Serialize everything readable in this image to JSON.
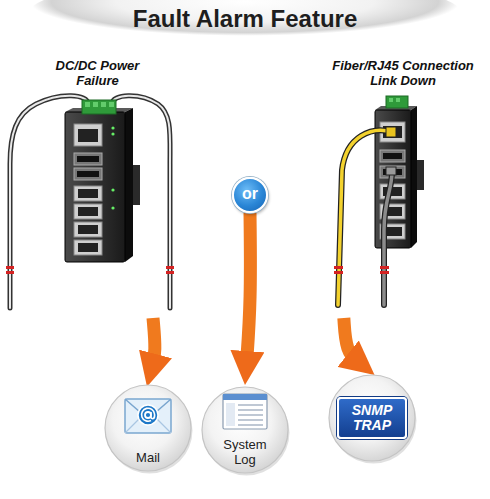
{
  "diagram": {
    "title": "Fault Alarm Feature",
    "nodes": [
      {
        "text": [
          "DC/DC Power Failure"
        ]
      },
      {
        "text": [
          "or"
        ]
      },
      {
        "text": [
          "Fiber/RJ45 Connection Link Down"
        ]
      },
      {
        "text": [
          "Mail"
        ]
      },
      {
        "text": [
          "System Log"
        ]
      },
      {
        "text": [
          "SNMP TRAP"
        ]
      }
    ],
    "edges": [
      {
        "from": 0,
        "to": 3,
        "arrow": "to"
      },
      {
        "from": 1,
        "to": 4,
        "arrow": "to"
      },
      {
        "from": 2,
        "to": 5,
        "arrow": "to"
      }
    ]
  }
}
